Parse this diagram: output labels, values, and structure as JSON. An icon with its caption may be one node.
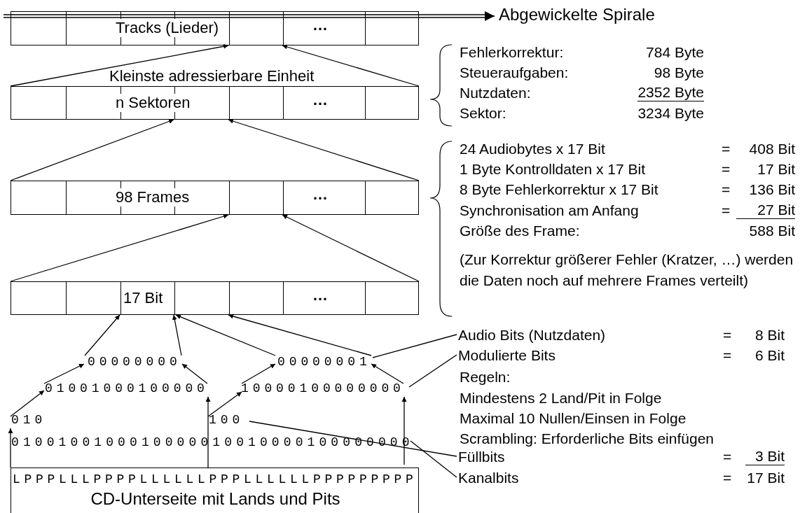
{
  "diagram": {
    "nodes": [
      {
        "text": [
          "Tracks (Lieder)",
          "…"
        ]
      },
      {
        "text": [
          "Abgewickelte Spirale"
        ]
      },
      {
        "text": [
          "n Sektoren",
          "…"
        ],
        "beside": [
          "Kleinste adressierbare Einheit"
        ]
      },
      {
        "text": [
          "98 Frames",
          "…"
        ]
      },
      {
        "text": [
          "17 Bit",
          "…"
        ]
      },
      {
        "text": [
          "00000000"
        ]
      },
      {
        "text": [
          "00000001"
        ]
      },
      {
        "text": [
          "01001000100000"
        ]
      },
      {
        "text": [
          "10000100000000"
        ]
      },
      {
        "text": [
          "010"
        ]
      },
      {
        "text": [
          "100"
        ]
      },
      {
        "text": [
          "0100100100010000010010000100000000"
        ]
      },
      {
        "text": [
          "LPPPLLLPPPPLLLLLLPPPLLLLLLPPPPPPPPP",
          "CD-Unterseite mit Lands und Pits"
        ]
      },
      {
        "text": [
          "Audio Bits (Nutzdaten)",
          "=",
          "8 Bit"
        ]
      },
      {
        "text": [
          "Modulierte Bits",
          "=",
          "6 Bit"
        ]
      },
      {
        "text": [
          "Füllbits",
          "=",
          "3 Bit"
        ]
      },
      {
        "text": [
          "Kanalbits",
          "=",
          "17 Bit"
        ]
      }
    ],
    "edges": [
      {
        "from": 0,
        "to": 1,
        "arrow": "to"
      },
      {
        "from": 2,
        "to": 0,
        "arrow": "to"
      },
      {
        "from": 2,
        "to": 0,
        "arrow": "to"
      },
      {
        "from": 3,
        "to": 2,
        "arrow": "to"
      },
      {
        "from": 3,
        "to": 2,
        "arrow": "to"
      },
      {
        "from": 4,
        "to": 3,
        "arrow": "to"
      },
      {
        "from": 4,
        "to": 3,
        "arrow": "to"
      },
      {
        "from": 5,
        "to": 4,
        "arrow": "to"
      },
      {
        "from": 5,
        "to": 4,
        "arrow": "to"
      },
      {
        "from": 6,
        "to": 4,
        "arrow": "to"
      },
      {
        "from": 6,
        "to": 4,
        "arrow": "to"
      },
      {
        "from": 7,
        "to": 5,
        "arrow": "to"
      },
      {
        "from": 7,
        "to": 5,
        "arrow": "to"
      },
      {
        "from": 8,
        "to": 6,
        "arrow": "to"
      },
      {
        "from": 8,
        "to": 6,
        "arrow": "to"
      },
      {
        "from": 9,
        "to": 7,
        "arrow": "to"
      },
      {
        "from": 10,
        "to": 8,
        "arrow": "to"
      },
      {
        "from": 12,
        "to": 9,
        "arrow": "to"
      },
      {
        "from": 12,
        "to": 7,
        "arrow": "to"
      },
      {
        "from": 12,
        "to": 8,
        "arrow": "to"
      },
      {
        "from": 13,
        "to": 6,
        "arrow": "none"
      },
      {
        "from": 14,
        "to": 8,
        "arrow": "none"
      },
      {
        "from": 15,
        "to": 10,
        "arrow": "none"
      },
      {
        "from": 16,
        "to": 11,
        "arrow": "none"
      }
    ],
    "labels": [
      "Fehlerkorrektur:",
      "784 Byte",
      "Steueraufgaben:",
      "98 Byte",
      "Nutzdaten:",
      "2352 Byte",
      "Sektor:",
      "3234 Byte",
      "24 Audiobytes x 17 Bit",
      "=",
      "408 Bit",
      "1 Byte Kontrolldaten x 17 Bit",
      "=",
      "17 Bit",
      "8 Byte Fehlerkorrektur x 17 Bit",
      "=",
      "136 Bit",
      "Synchronisation am Anfang",
      "=",
      "27 Bit",
      "Größe des Frame:",
      "588 Bit",
      "(Zur Korrektur größerer Fehler (Kratzer, …) werden die Daten noch auf mehrere Frames verteilt)",
      "Regeln:",
      "Mindestens 2 Land/Pit in Folge",
      "Maximal 10 Nullen/Einsen in Folge",
      "Scrambling: Erforderliche Bits einfügen"
    ]
  }
}
